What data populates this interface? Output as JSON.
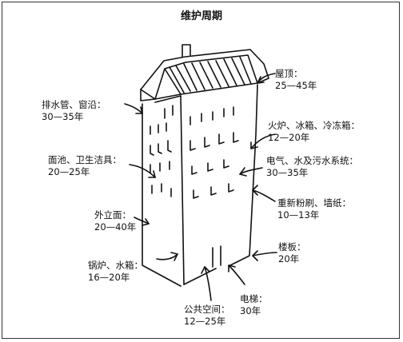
{
  "title": "维护周期",
  "labels": {
    "roof": {
      "name": "屋顶：",
      "years": "25—45年"
    },
    "drains": {
      "name": "排水管、窗沿：",
      "years": "30—35年"
    },
    "furnace": {
      "name": "火炉、冰箱、冷冻箱：",
      "years": "12—20年"
    },
    "sinks": {
      "name": "面池、卫生洁具：",
      "years": "20—25年"
    },
    "electrical": {
      "name": "电气、水及污水系统：",
      "years": "30—35年"
    },
    "paint": {
      "name": "重新粉刷、墙纸：",
      "years": "10—13年"
    },
    "facade": {
      "name": "外立面：",
      "years": "20—40年"
    },
    "floors": {
      "name": "楼板：",
      "years": "20年"
    },
    "boiler": {
      "name": "锅炉、水箱：",
      "years": "16—20年"
    },
    "elevator": {
      "name": "电梯：",
      "years": "30年"
    },
    "public": {
      "name": "公共空间：",
      "years": "12—25年"
    }
  }
}
